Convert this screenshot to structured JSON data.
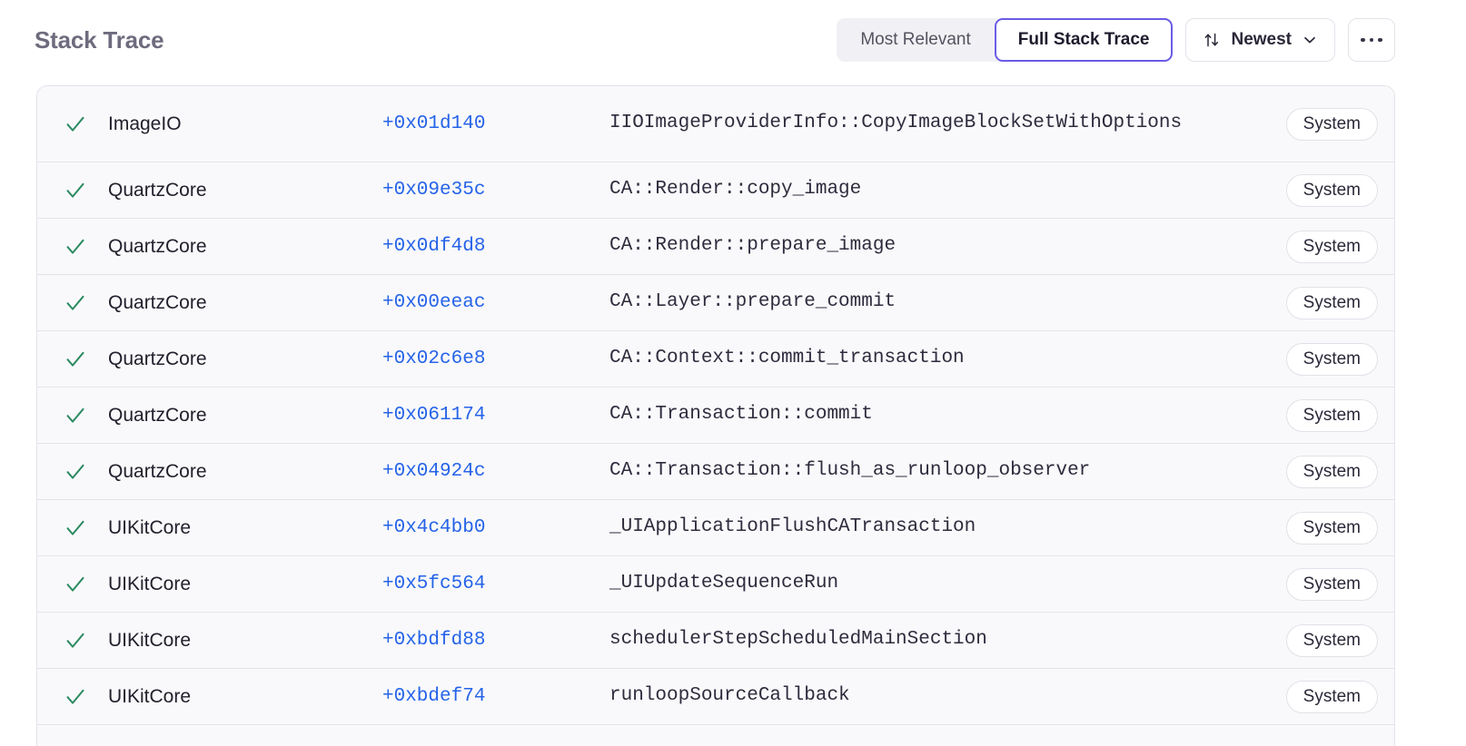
{
  "header": {
    "title": "Stack Trace",
    "segmented": {
      "options": [
        {
          "label": "Most Relevant",
          "active": false
        },
        {
          "label": "Full Stack Trace",
          "active": true
        }
      ]
    },
    "sort": {
      "icon": "sort-arrows-icon",
      "label": "Newest",
      "chevron": "chevron-down-icon"
    },
    "more": {
      "icon": "ellipsis-icon",
      "label": "..."
    }
  },
  "colors": {
    "accent_purple": "#6b5ce7",
    "link_blue": "#2563e8",
    "check_green": "#2d8a62",
    "title_gray": "#6e6b7e",
    "row_bg": "#f9f9fb",
    "border": "#e4e3ea"
  },
  "trace": {
    "columns": [
      "status",
      "module",
      "address",
      "function",
      "origin"
    ],
    "rows": [
      {
        "status": "check",
        "module": "ImageIO",
        "address": "+0x01d140",
        "function": "IIOImageProviderInfo::CopyImageBlockSetWithOptions",
        "badge": "System",
        "tall": true
      },
      {
        "status": "check",
        "module": "QuartzCore",
        "address": "+0x09e35c",
        "function": "CA::Render::copy_image",
        "badge": "System",
        "tall": false
      },
      {
        "status": "check",
        "module": "QuartzCore",
        "address": "+0x0df4d8",
        "function": "CA::Render::prepare_image",
        "badge": "System",
        "tall": false
      },
      {
        "status": "check",
        "module": "QuartzCore",
        "address": "+0x00eeac",
        "function": "CA::Layer::prepare_commit",
        "badge": "System",
        "tall": false
      },
      {
        "status": "check",
        "module": "QuartzCore",
        "address": "+0x02c6e8",
        "function": "CA::Context::commit_transaction",
        "badge": "System",
        "tall": false
      },
      {
        "status": "check",
        "module": "QuartzCore",
        "address": "+0x061174",
        "function": "CA::Transaction::commit",
        "badge": "System",
        "tall": false
      },
      {
        "status": "check",
        "module": "QuartzCore",
        "address": "+0x04924c",
        "function": "CA::Transaction::flush_as_runloop_observer",
        "badge": "System",
        "tall": false
      },
      {
        "status": "check",
        "module": "UIKitCore",
        "address": "+0x4c4bb0",
        "function": "_UIApplicationFlushCATransaction",
        "badge": "System",
        "tall": false
      },
      {
        "status": "check",
        "module": "UIKitCore",
        "address": "+0x5fc564",
        "function": "_UIUpdateSequenceRun",
        "badge": "System",
        "tall": false
      },
      {
        "status": "check",
        "module": "UIKitCore",
        "address": "+0xbdfd88",
        "function": "schedulerStepScheduledMainSection",
        "badge": "System",
        "tall": false
      },
      {
        "status": "check",
        "module": "UIKitCore",
        "address": "+0xbdef74",
        "function": "runloopSourceCallback",
        "badge": "System",
        "tall": false
      }
    ]
  }
}
